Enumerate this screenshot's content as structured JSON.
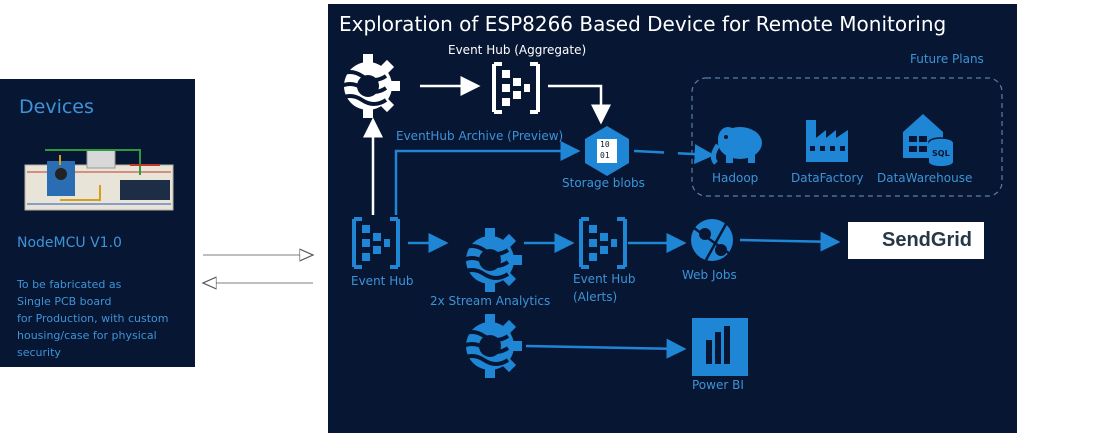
{
  "devices": {
    "title": "Devices",
    "device_name": "NodeMCU V1.0",
    "note_lines": [
      "To be fabricated as",
      "Single PCB board",
      "for Production, with custom",
      "housing/case  for physical",
      "security"
    ]
  },
  "main": {
    "title": "Exploration of ESP8266 Based Device for Remote Monitoring",
    "future_plans": "Future Plans"
  },
  "nodes": {
    "event_hub_aggregate": "Event Hub (Aggregate)",
    "eventhub_archive": "EventHub Archive (Preview)",
    "storage_blobs": "Storage blobs",
    "hadoop": "Hadoop",
    "data_factory": "DataFactory",
    "data_warehouse": "DataWarehouse",
    "event_hub": "Event Hub",
    "stream_analytics": "2x Stream Analytics",
    "event_hub_alerts_1": "Event Hub",
    "event_hub_alerts_2": "(Alerts)",
    "web_jobs": "Web Jobs",
    "sendgrid": "SendGrid",
    "power_bi": "Power BI",
    "storage_bits_1": "10",
    "storage_bits_2": "01",
    "sql": "SQL"
  },
  "colors": {
    "panel": "#071733",
    "accent": "#3d93d8",
    "arrow_blue": "#1f86d6",
    "white": "#ffffff"
  }
}
